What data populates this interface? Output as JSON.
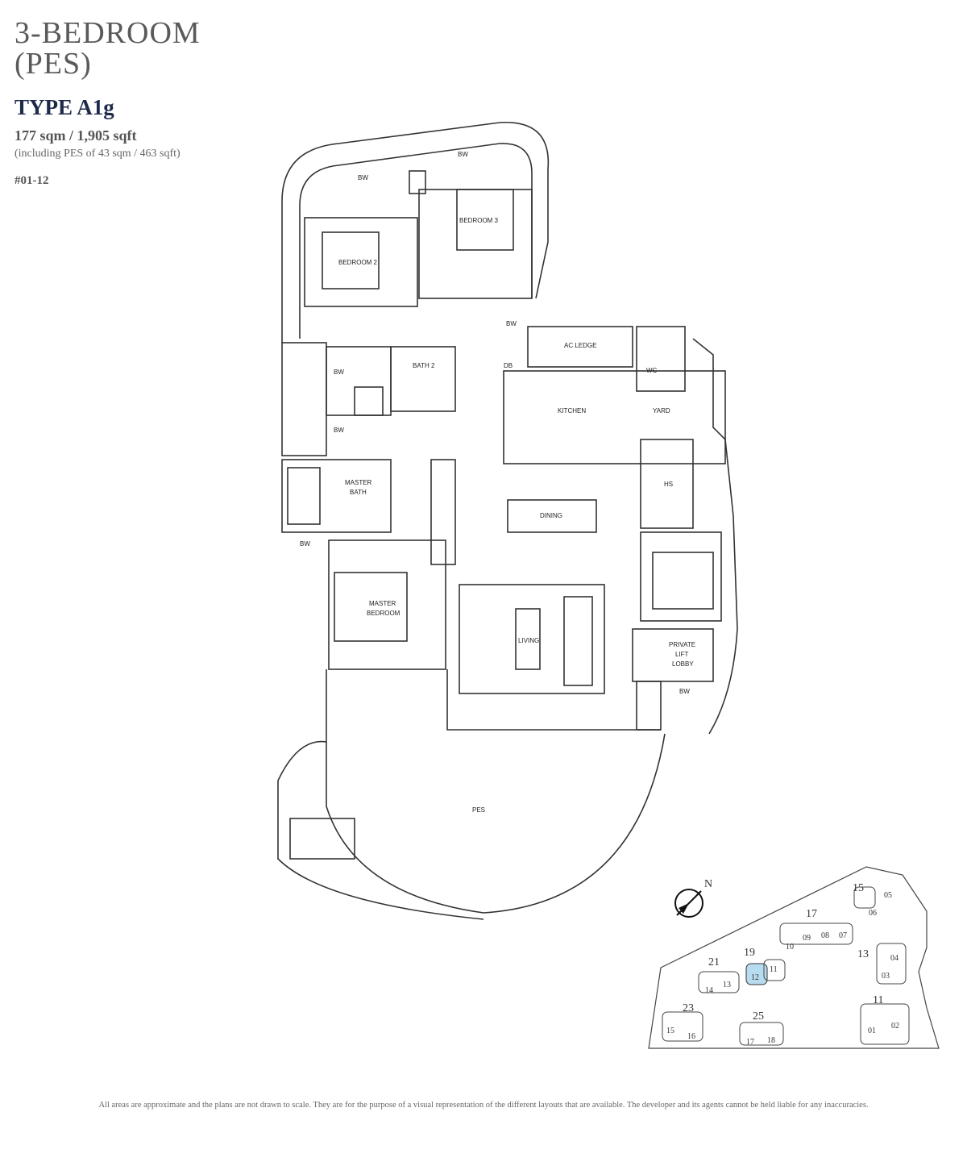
{
  "header": {
    "title_line1": "3-BEDROOM",
    "title_line2": "(PES)",
    "type": "TYPE A1g",
    "area": "177 sqm / 1,905 sqft",
    "area_note": "(including PES of 43 sqm / 463 sqft)",
    "unit": "#01-12"
  },
  "rooms": {
    "bedroom2": "BEDROOM 2",
    "bedroom3": "BEDROOM 3",
    "bath2": "BATH 2",
    "ac_ledge": "AC LEDGE",
    "wc": "WC",
    "db": "DB",
    "kitchen": "KITCHEN",
    "yard": "YARD",
    "master_bath_1": "MASTER",
    "master_bath_2": "BATH",
    "dining": "DINING",
    "hs": "HS",
    "master_bedroom_1": "MASTER",
    "master_bedroom_2": "BEDROOM",
    "living": "LIVING",
    "lobby_1": "PRIVATE",
    "lobby_2": "LIFT",
    "lobby_3": "LOBBY",
    "pes": "PES",
    "bw": "BW"
  },
  "site_plan": {
    "north": "N",
    "blocks": [
      "15",
      "17",
      "19",
      "21",
      "13",
      "23",
      "25",
      "11"
    ],
    "units": [
      "05",
      "06",
      "10",
      "09",
      "08",
      "07",
      "11",
      "12",
      "14",
      "13",
      "04",
      "03",
      "15",
      "16",
      "17",
      "18",
      "01",
      "02"
    ],
    "highlight_unit": "12",
    "highlight_color": "#b8dcef"
  },
  "footer": {
    "disclaimer": "All areas are approximate and the plans are not drawn to scale. They are for the purpose of a visual representation of the different layouts that are available. The developer and its agents cannot be held liable for any inaccuracies."
  }
}
